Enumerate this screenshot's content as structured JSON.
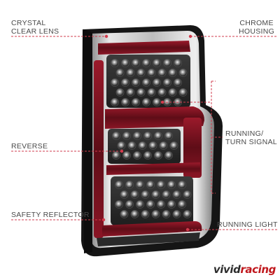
{
  "labels": {
    "crystal_clear_lens": [
      "CRYSTAL",
      "CLEAR LENS"
    ],
    "chrome_housing": [
      "CHROME",
      "HOUSING"
    ],
    "reverse": "REVERSE",
    "running_turn_signal": [
      "RUNNING/",
      "TURN SIGNAL"
    ],
    "safety_reflector": "SAFETY REFLECTOR",
    "running_light": "RUNNING LIGHT"
  },
  "brand": {
    "part1": "vivid",
    "part2": "racing"
  },
  "colors": {
    "callout": "#d23b4c",
    "housing_chrome": "#c9c9c9",
    "housing_dark": "#1c1c1c",
    "red_bar": "#7a1020",
    "brand_red": "#c0181d"
  }
}
